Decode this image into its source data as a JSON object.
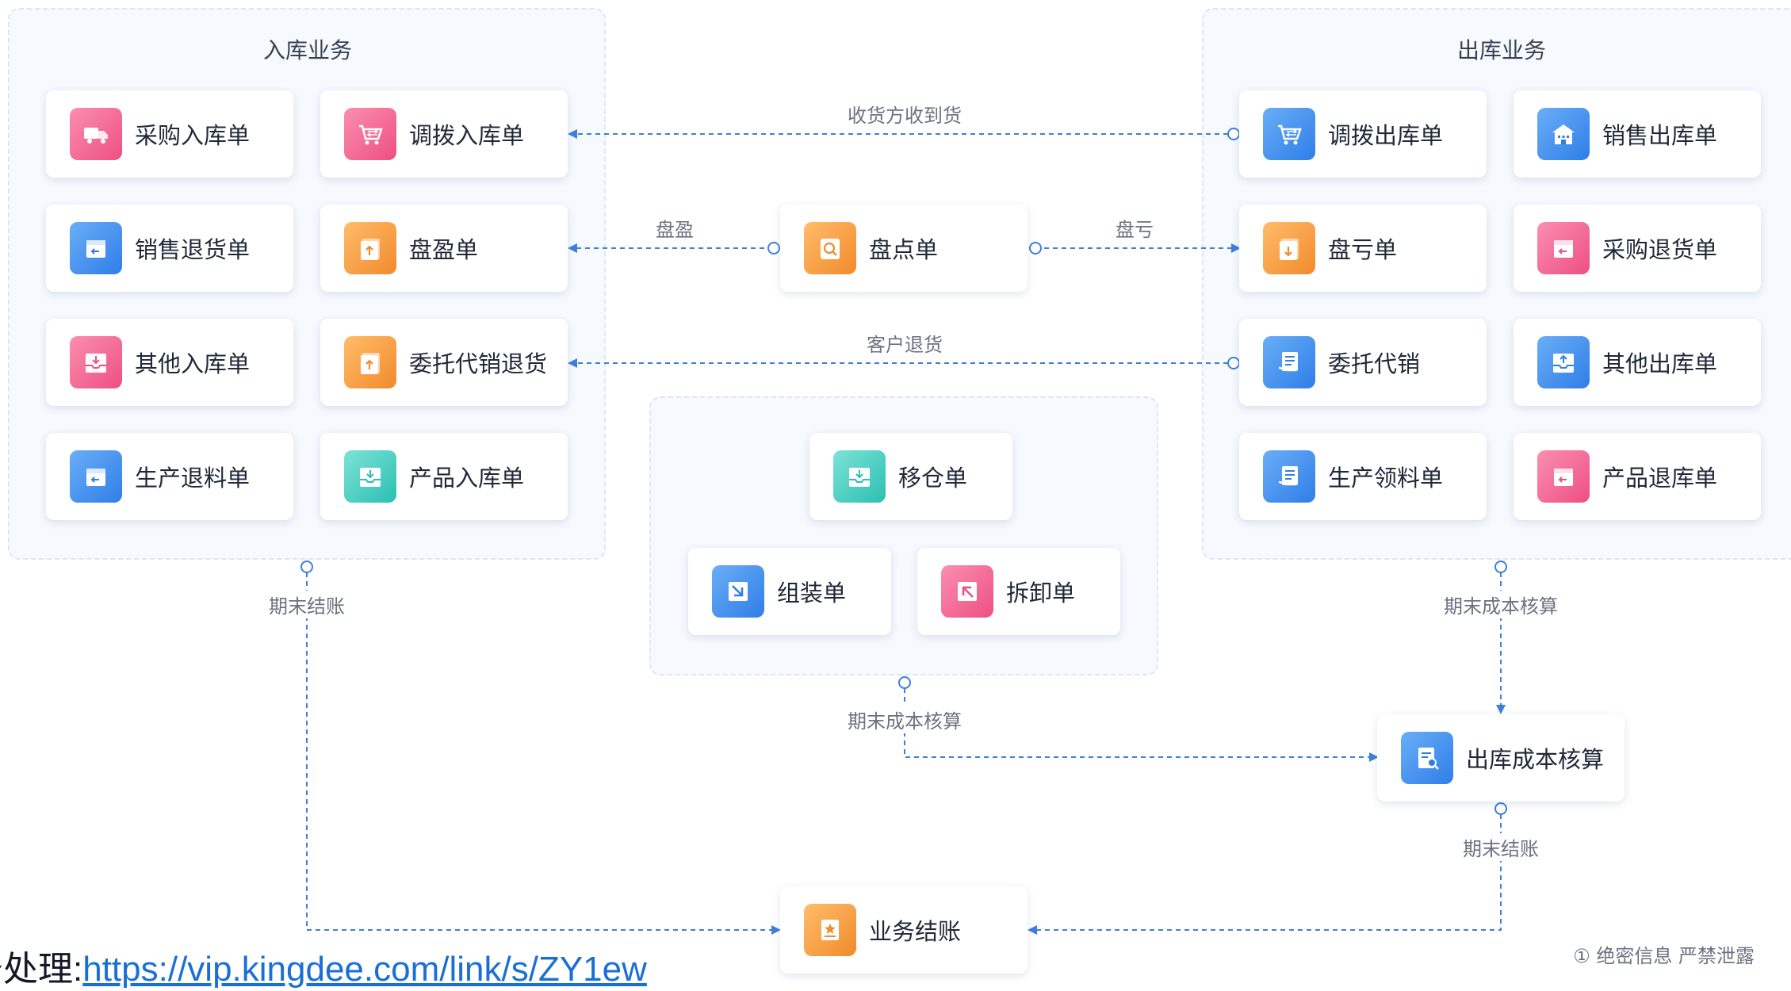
{
  "groups": {
    "inbound": "入库业务",
    "outbound": "出库业务"
  },
  "cards": {
    "purchase_in": "采购入库单",
    "transfer_in": "调拨入库单",
    "sales_return": "销售退货单",
    "surplus": "盘盈单",
    "other_in": "其他入库单",
    "consign_return": "委托代销退货",
    "prod_material_return": "生产退料单",
    "product_in": "产品入库单",
    "stocktake": "盘点单",
    "transfer_out": "调拨出库单",
    "sales_out": "销售出库单",
    "deficit": "盘亏单",
    "purchase_return": "采购退货单",
    "consign_sale": "委托代销",
    "other_out": "其他出库单",
    "prod_requisition": "生产领料单",
    "product_return": "产品退库单",
    "move": "移仓单",
    "assembly": "组装单",
    "disassembly": "拆卸单",
    "cost_accounting": "出库成本核算",
    "closing": "业务结账"
  },
  "edge_labels": {
    "goods_received": "收货方收到货",
    "surplus": "盘盈",
    "deficit": "盘亏",
    "customer_return": "客户退货",
    "period_close_left": "期末结账",
    "period_cost_right": "期末成本核算",
    "period_cost_center": "期末成本核算",
    "period_close_right": "期末结账"
  },
  "footer": {
    "prefix": "务处理:",
    "url": "https://vip.kingdee.com/link/s/ZY1ew",
    "confidential": "① 绝密信息 严禁泄露"
  },
  "colors": {
    "connector": "#3f7fd8",
    "blue": "#2f7ee8",
    "pink": "#ee4f83",
    "orange": "#f28a2c",
    "teal": "#2bbfb3"
  }
}
